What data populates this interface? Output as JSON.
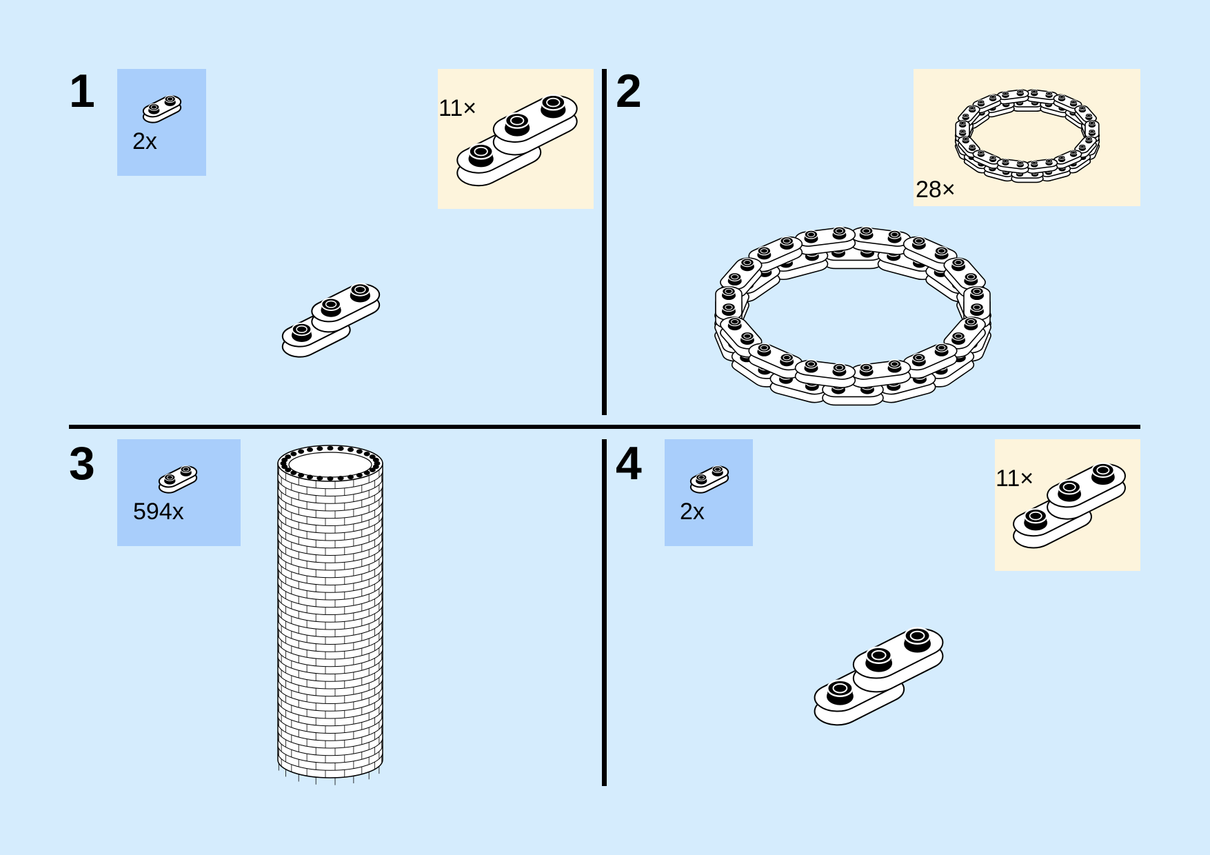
{
  "colors": {
    "background": "#d5ecfd",
    "parts_box": "#a9cefb",
    "callout_box": "#fdf4dc",
    "divider": "#000000"
  },
  "steps": [
    {
      "number": "1",
      "parts_count": "2x",
      "callout_count": "11×"
    },
    {
      "number": "2",
      "callout_count": "28×"
    },
    {
      "number": "3",
      "parts_count": "594x"
    },
    {
      "number": "4",
      "parts_count": "2x",
      "callout_count": "11×"
    }
  ]
}
